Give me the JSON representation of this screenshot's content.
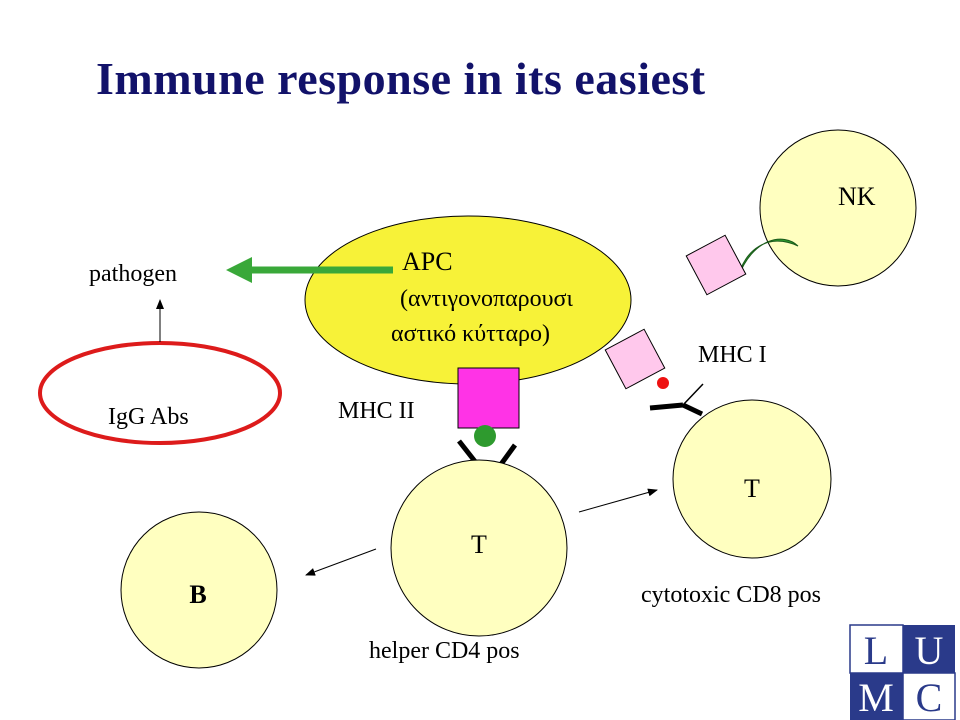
{
  "title": "Immune response in its easiest",
  "labels": {
    "pathogen": "pathogen",
    "igg": "IgG Abs",
    "apc_line1": "APC",
    "apc_line2": "(αντιγονοπαρουσι",
    "apc_line3": "αστικό κύτταρο)",
    "nk": "NK",
    "mhc1": "MHC I",
    "mhc2": "MHC II",
    "t_helper": "T",
    "t_cyto": "T",
    "b": "B",
    "helper": "helper CD4 pos",
    "cytotoxic": "cytotoxic CD8 pos"
  },
  "logo": {
    "letters": [
      "L",
      "U",
      "M",
      "C"
    ]
  },
  "colors": {
    "title": "#12126a",
    "cell_fill": "#ffffc0",
    "apc_fill": "#f7f238",
    "mhc1_fill": "#ffc8ec",
    "mhc2_fill": "#ff33e6",
    "peptide_green": "#2e9a2e",
    "peptide_red": "#ee1111",
    "antibody_ring": "#dd1b1b",
    "arrow_green": "#39a839",
    "logo_blue": "#2a3a8a"
  }
}
